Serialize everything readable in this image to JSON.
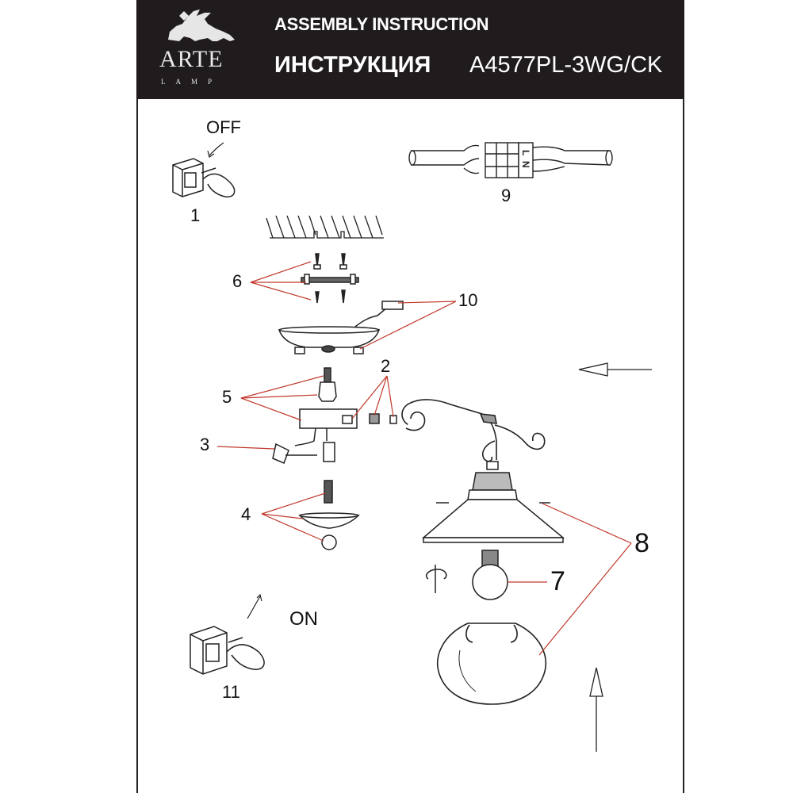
{
  "header": {
    "brand": "ARTE",
    "brand_sub": "LAMP",
    "title_en": "ASSEMBLY INSTRUCTION",
    "title_ru": "ИНСТРУКЦИЯ",
    "model": "A4577PL-3WG/CK"
  },
  "labels": {
    "off": "OFF",
    "on": "ON",
    "n1": "1",
    "n2": "2",
    "n3": "3",
    "n4": "4",
    "n5": "5",
    "n6": "6",
    "n7": "7",
    "n8": "8",
    "n9": "9",
    "n10": "10",
    "n11": "11"
  },
  "terminal": {
    "n": "N",
    "l": "L"
  },
  "colors": {
    "header_bg": "#201c1d",
    "callout_line": "#c0392b"
  }
}
